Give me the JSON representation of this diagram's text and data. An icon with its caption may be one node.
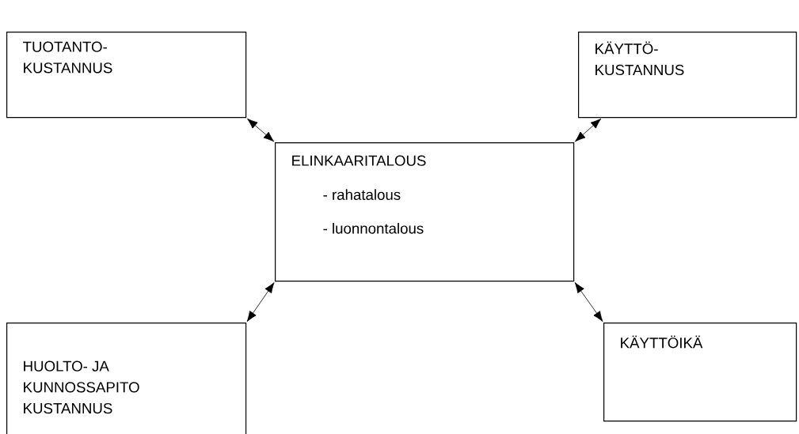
{
  "diagram": {
    "nodes": [
      {
        "text": [
          "TUOTANTO- KUSTANNUS"
        ]
      },
      {
        "text": [
          "KÄYTTÖ- KUSTANNUS"
        ]
      },
      {
        "text": [
          "ELINKAARITALOUS",
          "- rahatalous",
          "- luonnontalous"
        ]
      },
      {
        "text": [
          "HUOLTO- JA KUNNOSSAPITO KUSTANNUS"
        ]
      },
      {
        "text": [
          "KÄYTTÖIKÄ"
        ]
      }
    ],
    "edges": [
      {
        "from": 2,
        "to": 0,
        "arrow": "both"
      },
      {
        "from": 2,
        "to": 1,
        "arrow": "both"
      },
      {
        "from": 2,
        "to": 3,
        "arrow": "both"
      },
      {
        "from": 2,
        "to": 4,
        "arrow": "both"
      }
    ]
  }
}
